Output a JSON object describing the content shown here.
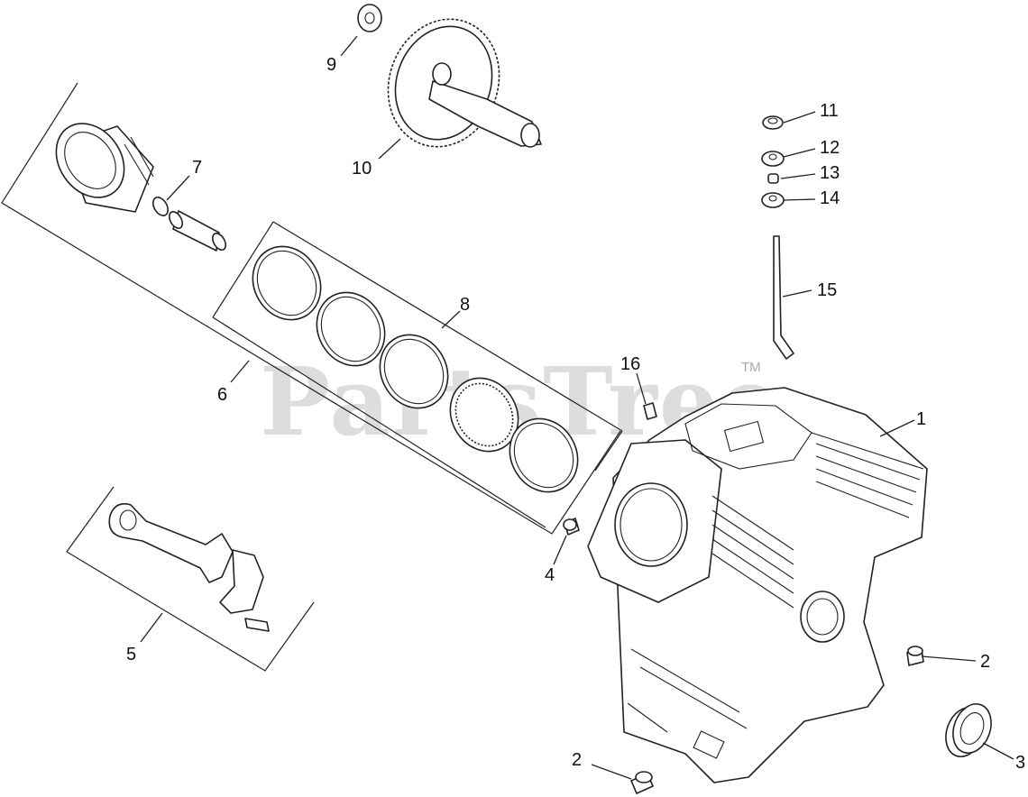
{
  "watermark": {
    "text": "PartsTree",
    "trademark": "TM"
  },
  "callouts": [
    {
      "id": "c1",
      "text": "1"
    },
    {
      "id": "c2a",
      "text": "2"
    },
    {
      "id": "c2b",
      "text": "2"
    },
    {
      "id": "c3",
      "text": "3"
    },
    {
      "id": "c4",
      "text": "4"
    },
    {
      "id": "c5",
      "text": "5"
    },
    {
      "id": "c6",
      "text": "6"
    },
    {
      "id": "c7",
      "text": "7"
    },
    {
      "id": "c8",
      "text": "8"
    },
    {
      "id": "c9",
      "text": "9"
    },
    {
      "id": "c10",
      "text": "10"
    },
    {
      "id": "c11",
      "text": "11"
    },
    {
      "id": "c12",
      "text": "12"
    },
    {
      "id": "c13",
      "text": "13"
    },
    {
      "id": "c14",
      "text": "14"
    },
    {
      "id": "c15",
      "text": "15"
    },
    {
      "id": "c16",
      "text": "16"
    }
  ]
}
